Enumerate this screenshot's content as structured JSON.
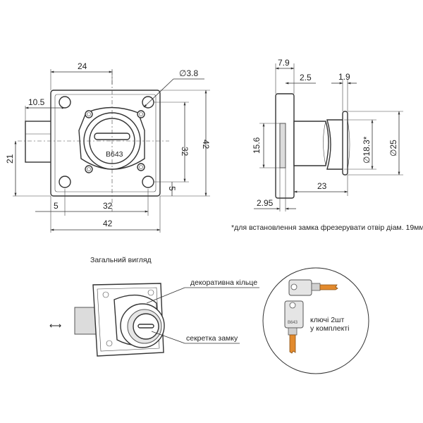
{
  "front_view": {
    "dims": {
      "width_top": "24",
      "hole_diameter": "∅3.8",
      "bolt_offset": "10.5",
      "height_inner": "32",
      "height_outer": "42",
      "edge_right": "5",
      "bolt_height": "21",
      "edge_bottom": "5",
      "width_inner": "32",
      "width_outer": "42"
    },
    "key_code": "B643"
  },
  "side_view": {
    "dims": {
      "plate_thickness": "7.9",
      "step": "2.5",
      "ring": "1.9",
      "slot_height": "15.6",
      "cylinder_diameter": "∅18.3*",
      "ring_diameter": "∅25",
      "body_length": "23",
      "base_thickness": "2.95"
    },
    "footnote": "*для встановлення замка фрезерувати отвір діам. 19мм"
  },
  "general_view": {
    "title": "Загальний вигляд",
    "label_ring": "декоративна кільце",
    "label_cylinder": "секретка замку",
    "arrow": "⟷"
  },
  "keys_inset": {
    "caption_line1": "ключі 2шт",
    "caption_line2": "у комплекті",
    "key_code": "B643"
  }
}
